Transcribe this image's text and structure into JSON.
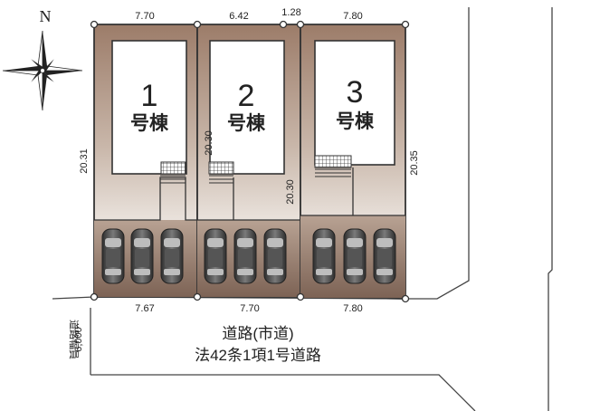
{
  "compass": {
    "north_label": "N",
    "icon": "compass-rose-icon"
  },
  "lots": [
    {
      "number": "1",
      "label": "号棟",
      "top_width": "7.70",
      "bottom_width": "7.67",
      "left_depth": "20.31",
      "parking_spaces": 3
    },
    {
      "number": "2",
      "label": "号棟",
      "top_width": "6.42",
      "bottom_width": "7.70",
      "left_depth": "20.30",
      "parking_spaces": 3
    },
    {
      "number": "3",
      "label": "号棟",
      "top_width": "7.80",
      "bottom_width": "7.80",
      "left_depth": "20.30",
      "right_depth": "20.35",
      "parking_spaces": 3
    }
  ],
  "top_extra_dimension": "1.28",
  "road": {
    "name": "道路(市道)",
    "classification": "法42条1項1号道路",
    "width_label": "道路幅員",
    "width_value": "6,000"
  },
  "colors": {
    "lot_fill_top": "#a08270",
    "lot_fill_bottom": "#f2eeea",
    "parking_fill": "#8a7163",
    "car": "#4a4a4a"
  }
}
